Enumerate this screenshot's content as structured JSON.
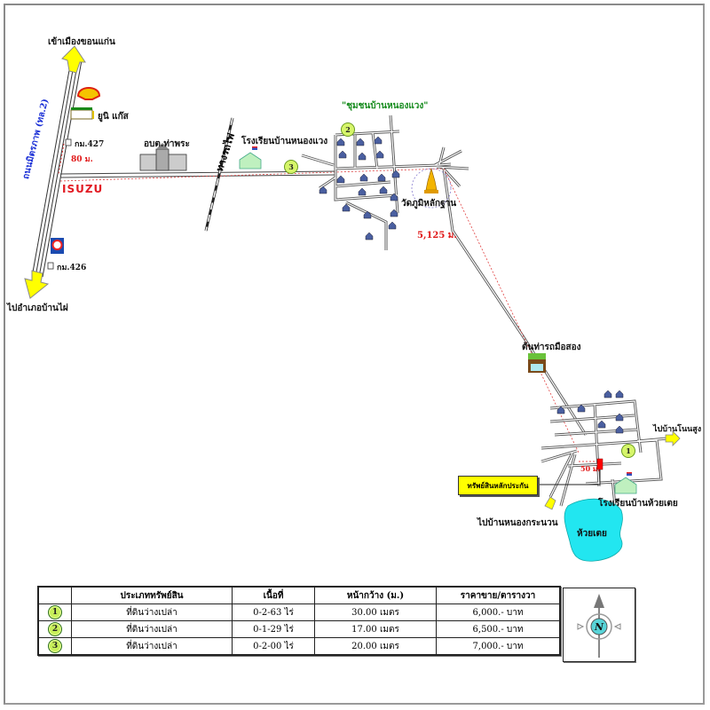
{
  "map": {
    "labels": {
      "to_khon_kaen": "เข้าเมืองขอนแก่น",
      "to_ban_phai": "ไปอำเภอบ้านไผ่",
      "highway_name": "ถนนมิตรภาพ (ทล.2)",
      "km427": "กม.427",
      "km426": "กม.426",
      "distance_80m": "80 ม.",
      "isuzu": "ISUZU",
      "unimart": "ยูนิ แก๊ส",
      "sao_office": "อบต.ท่าพระ",
      "railway": "ทางรถไฟ",
      "school_nong_waeng": "โรงเรียนบ้านหนองแวง",
      "community": "\"ชุมชนบ้านหนองแวง\"",
      "temple": "วัดภูมิหลักฐาน",
      "distance_5125m": "5,125 ม.",
      "shop_tree": "ต้นท่ารถมือสอง",
      "to_ban_non_sung": "ไปบ้านโนนสูง",
      "distance_50m": "50 ม.",
      "property_callout": "ทรัพย์สินหลักประกัน",
      "school_huai_toei": "โรงเรียนบ้านห้วยเตย",
      "to_nong_kra_nuan": "ไปบ้านหนองกระนวน",
      "lake": "ห้วยเตย"
    },
    "markers": [
      {
        "id": "1",
        "label": "1"
      },
      {
        "id": "2",
        "label": "2"
      },
      {
        "id": "3",
        "label": "3"
      }
    ],
    "colors": {
      "arrow": "#ffff00",
      "lake": "#22e6f0",
      "house": "#4a5fa0",
      "distance": "#e01818",
      "marker": "#d6f56a"
    }
  },
  "table": {
    "headers": [
      "",
      "ประเภททรัพย์สิน",
      "เนื้อที่",
      "หน้ากว้าง (ม.)",
      "ราคาขาย/ตารางวา"
    ],
    "rows": [
      {
        "marker": "1",
        "type": "ที่ดินว่างเปล่า",
        "area": "0-2-63 ไร่",
        "frontage": "30.00 เมตร",
        "price": "6,000.- บาท"
      },
      {
        "marker": "2",
        "type": "ที่ดินว่างเปล่า",
        "area": "0-1-29 ไร่",
        "frontage": "17.00 เมตร",
        "price": "6,500.- บาท"
      },
      {
        "marker": "3",
        "type": "ที่ดินว่างเปล่า",
        "area": "0-2-00 ไร่",
        "frontage": "20.00 เมตร",
        "price": "7,000.- บาท"
      }
    ]
  },
  "compass": {
    "north": "N"
  }
}
